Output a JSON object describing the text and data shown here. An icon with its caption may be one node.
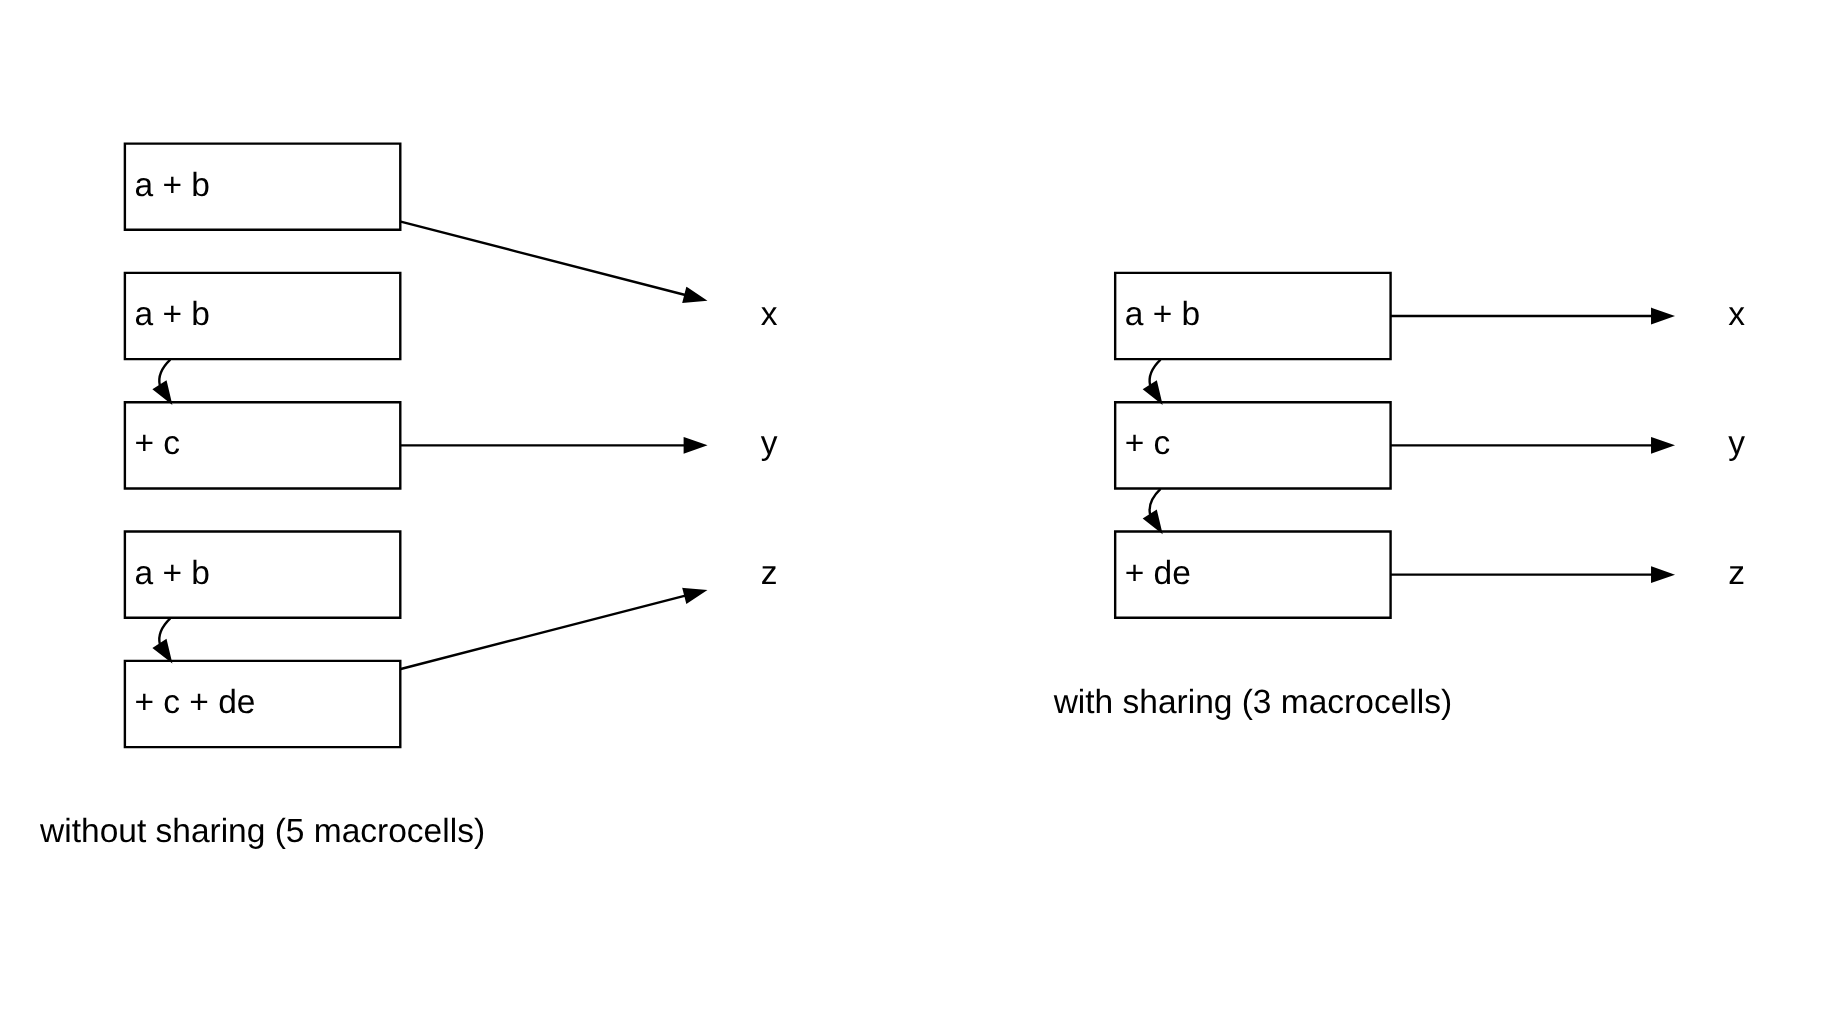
{
  "diagram": {
    "nodes": [
      {
        "text": [
          "a + b"
        ]
      },
      {
        "text": [
          "a + b"
        ]
      },
      {
        "text": [
          "+ c"
        ]
      },
      {
        "text": [
          "a + b"
        ]
      },
      {
        "text": [
          "+ c + de"
        ]
      },
      {
        "text": [
          "x"
        ]
      },
      {
        "text": [
          "y"
        ]
      },
      {
        "text": [
          "z"
        ]
      },
      {
        "text": [
          "a + b"
        ]
      },
      {
        "text": [
          "+ c"
        ]
      },
      {
        "text": [
          "+ de"
        ]
      },
      {
        "text": [
          "x"
        ]
      },
      {
        "text": [
          "y"
        ]
      },
      {
        "text": [
          "z"
        ]
      }
    ],
    "edges": [
      {
        "from": 0,
        "to": 5,
        "arrow": "to"
      },
      {
        "from": 1,
        "to": 2,
        "arrow": "to"
      },
      {
        "from": 2,
        "to": 6,
        "arrow": "to"
      },
      {
        "from": 3,
        "to": 4,
        "arrow": "to"
      },
      {
        "from": 4,
        "to": 7,
        "arrow": "to"
      },
      {
        "from": 8,
        "to": 11,
        "arrow": "to"
      },
      {
        "from": 8,
        "to": 9,
        "arrow": "to"
      },
      {
        "from": 9,
        "to": 12,
        "arrow": "to"
      },
      {
        "from": 9,
        "to": 10,
        "arrow": "to"
      },
      {
        "from": 10,
        "to": 13,
        "arrow": "to"
      }
    ],
    "labels": [
      "without sharing (5 macrocells)",
      "with sharing (3 macrocells)"
    ]
  }
}
